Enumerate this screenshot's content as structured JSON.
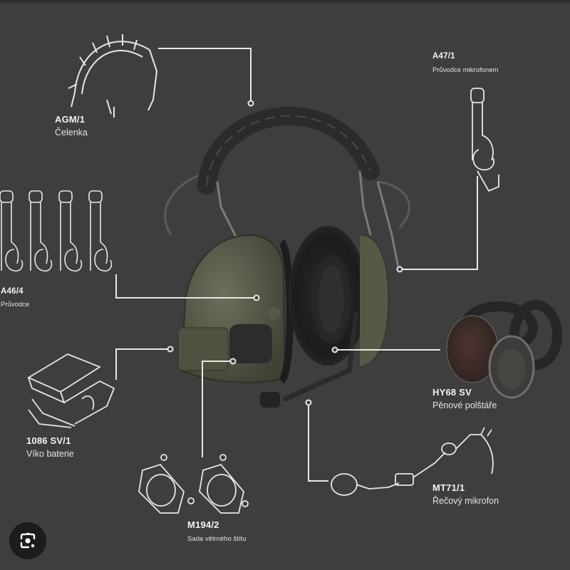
{
  "diagram": {
    "subject": "Tactical headset with accessories",
    "colors": {
      "background": "#3d3e3d",
      "line": "#e8e8e8",
      "headset_green": "#5a5e4a",
      "cushion_black": "#1e1f1e"
    },
    "parts": [
      {
        "code": "AGM/1",
        "name": "Čelenka"
      },
      {
        "code": "A47/1",
        "name": "Průvodce mikrofonem"
      },
      {
        "code": "A46/4",
        "name": "Průvodce"
      },
      {
        "code": "1086 SV/1",
        "name": "Víko baterie"
      },
      {
        "code": "HY68 SV",
        "name": "Pěnové polštáře"
      },
      {
        "code": "M194/2",
        "name": "Sada větrného štítu"
      },
      {
        "code": "MT71/1",
        "name": "Řečový mikrofon"
      }
    ]
  },
  "overlay": {
    "lens_button_icon": "google-lens-icon"
  }
}
